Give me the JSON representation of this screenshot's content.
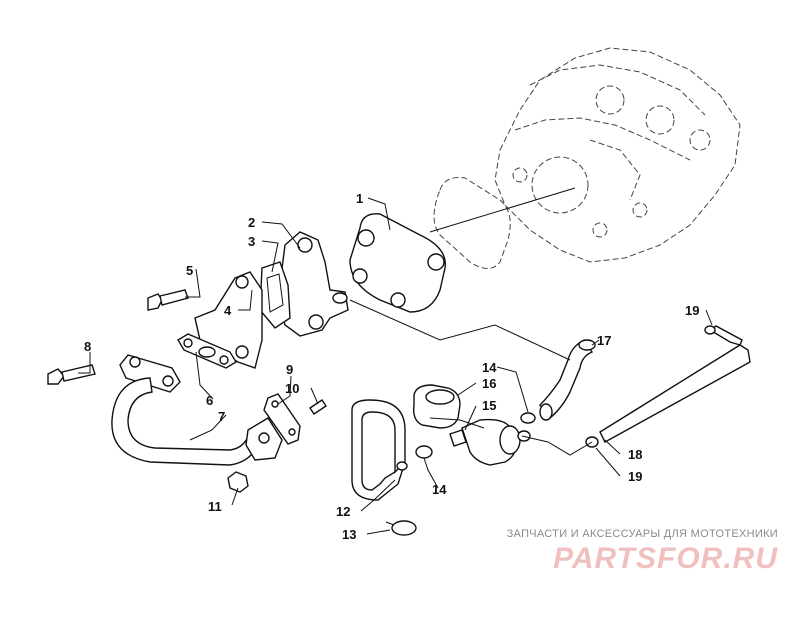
{
  "diagram": {
    "callouts": [
      "1",
      "2",
      "3",
      "4",
      "5",
      "6",
      "7",
      "8",
      "9",
      "10",
      "11",
      "12",
      "13",
      "14",
      "14",
      "15",
      "16",
      "17",
      "18",
      "19",
      "19"
    ]
  },
  "watermark": {
    "tagline": "ЗАПЧАСТИ И АКСЕССУАРЫ ДЛЯ МОТОТЕХНИКИ",
    "logo": "PARTSFOR.RU"
  },
  "colors": {
    "watermark_logo": "#f0c0c0",
    "watermark_text": "#8a8a8a",
    "lines": "#111111"
  }
}
